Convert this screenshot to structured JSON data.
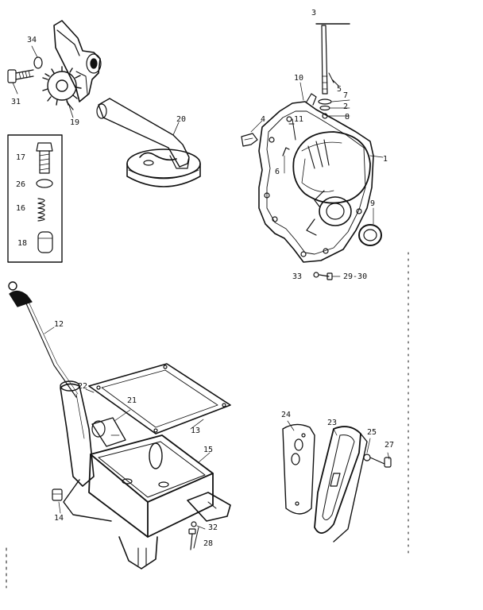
{
  "figure": {
    "background": "#ffffff",
    "ink_color": "#111111"
  },
  "callouts": {
    "c1": "1",
    "c2": "2",
    "c3": "3",
    "c4": "4",
    "c5": "5",
    "c6": "6",
    "c7": "7",
    "c8": "8",
    "c9": "9",
    "c10": "10",
    "c11": "11",
    "c12": "12",
    "c13": "13",
    "c14": "14",
    "c15": "15",
    "c16": "16",
    "c17": "17",
    "c18": "18",
    "c19": "19",
    "c20": "20",
    "c21": "21",
    "c22": "22",
    "c23": "23",
    "c24": "24",
    "c25": "25",
    "c26": "26",
    "c27": "27",
    "c28": "28",
    "c29_30": "29-30",
    "c31": "31",
    "c32": "32",
    "c33": "33",
    "c34": "34"
  }
}
